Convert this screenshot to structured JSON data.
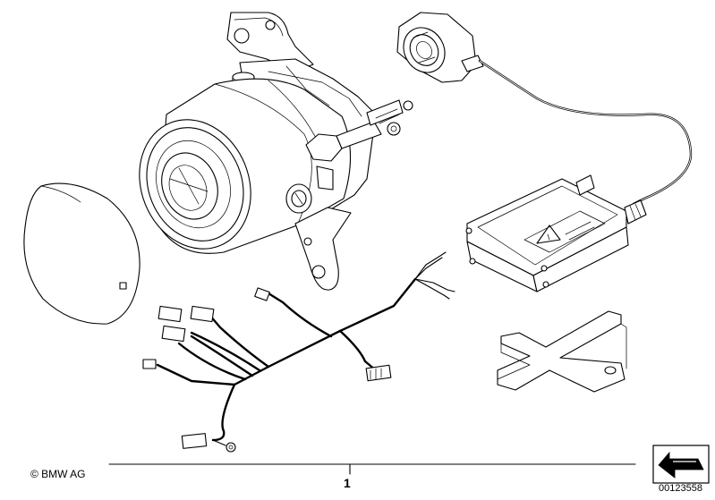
{
  "footer": {
    "copyright": "© BMW AG",
    "callout_number": "1",
    "diagram_number": "00123558"
  },
  "icons": {
    "navigation": "arrow-icon"
  }
}
